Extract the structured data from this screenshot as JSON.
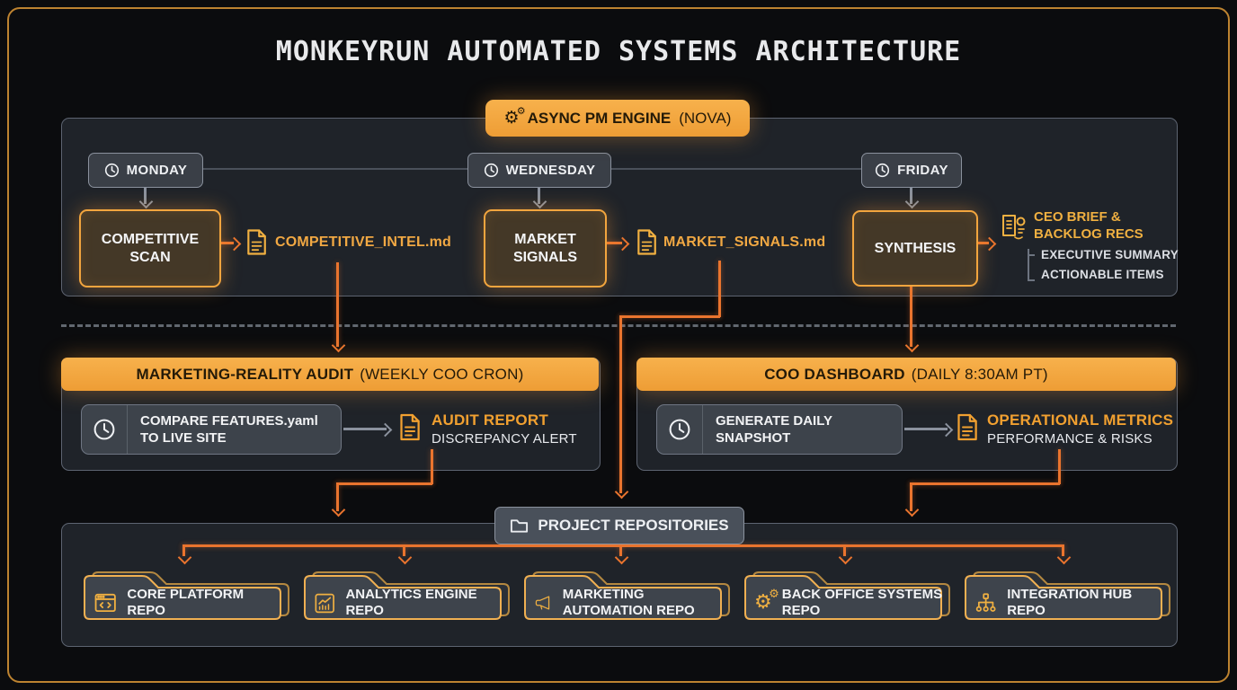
{
  "title": "MONKEYRUN AUTOMATED SYSTEMS ARCHITECTURE",
  "engine": {
    "label": "ASYNC PM ENGINE",
    "suffix": "(NOVA)",
    "icon": "gears-icon"
  },
  "pm": {
    "days": [
      {
        "label": "MONDAY",
        "icon": "clock-icon"
      },
      {
        "label": "WEDNESDAY",
        "icon": "clock-icon"
      },
      {
        "label": "FRIDAY",
        "icon": "clock-icon"
      }
    ],
    "tasks": [
      {
        "label": "COMPETITIVE SCAN"
      },
      {
        "label": "MARKET SIGNALS"
      },
      {
        "label": "SYNTHESIS"
      }
    ],
    "outputs": [
      {
        "file": "COMPETITIVE_INTEL.md",
        "icon": "document-icon"
      },
      {
        "file": "MARKET_SIGNALS.md",
        "icon": "document-icon"
      }
    ],
    "synthesis_output": {
      "title": "CEO BRIEF & BACKLOG RECS",
      "icon": "brief-icon",
      "items": [
        "EXECUTIVE SUMMARY",
        "ACTIONABLE ITEMS"
      ]
    }
  },
  "audit": {
    "title": "MARKETING-REALITY AUDIT",
    "subtitle": "(WEEKLY COO CRON)",
    "task": "COMPARE FEATURES.yaml TO LIVE SITE",
    "task_icon": "clock-icon",
    "output_title": "AUDIT REPORT",
    "output_subtitle": "DISCREPANCY ALERT",
    "output_icon": "document-icon"
  },
  "dashboard": {
    "title": "COO DASHBOARD",
    "subtitle": "(DAILY 8:30AM PT)",
    "task": "GENERATE DAILY SNAPSHOT",
    "task_icon": "clock-icon",
    "output_title": "OPERATIONAL METRICS",
    "output_subtitle": "PERFORMANCE & RISKS",
    "output_icon": "document-icon"
  },
  "repositories": {
    "title": "PROJECT REPOSITORIES",
    "icon": "folder-icon",
    "items": [
      {
        "label": "CORE PLATFORM REPO",
        "icon": "code-window-icon"
      },
      {
        "label": "ANALYTICS ENGINE REPO",
        "icon": "chart-icon"
      },
      {
        "label": "MARKETING AUTOMATION REPO",
        "icon": "megaphone-icon"
      },
      {
        "label": "BACK OFFICE SYSTEMS REPO",
        "icon": "gears-icon"
      },
      {
        "label": "INTEGRATION HUB REPO",
        "icon": "hierarchy-icon"
      }
    ]
  },
  "colors": {
    "accent_orange": "#e9742e",
    "amber": "#f3a73f",
    "yellow_text": "#f0b041",
    "panel_border": "#5d6471",
    "panel_fill": "#1f2329",
    "background": "#0b0c0e",
    "white_text": "#f2f3f5"
  }
}
